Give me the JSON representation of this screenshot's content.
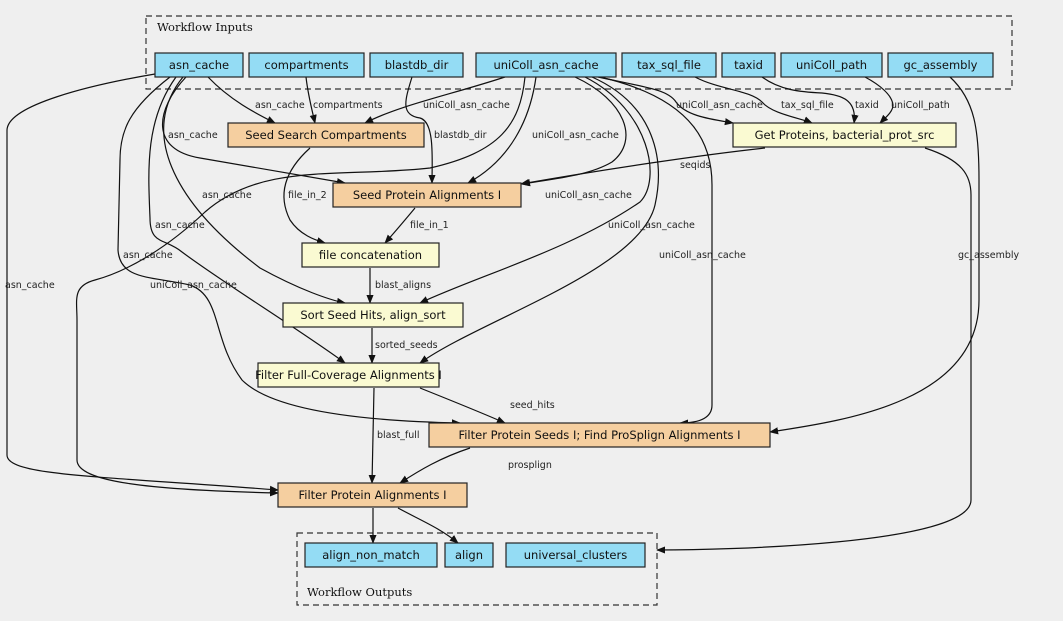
{
  "clusters": {
    "inputs_title": "Workflow Inputs",
    "outputs_title": "Workflow Outputs"
  },
  "colors": {
    "io_node": "#94dcf4",
    "process_node": "#f5cfa0",
    "tool_node": "#fafad2",
    "background": "#efefef"
  },
  "inputs": [
    "asn_cache",
    "compartments",
    "blastdb_dir",
    "uniColl_asn_cache",
    "tax_sql_file",
    "taxid",
    "uniColl_path",
    "gc_assembly"
  ],
  "steps": [
    {
      "label": "Seed Search Compartments",
      "kind": "process"
    },
    {
      "label": "Get Proteins, bacterial_prot_src",
      "kind": "tool"
    },
    {
      "label": "Seed Protein Alignments I",
      "kind": "process"
    },
    {
      "label": "file concatenation",
      "kind": "tool"
    },
    {
      "label": "Sort Seed Hits, align_sort",
      "kind": "tool"
    },
    {
      "label": "Filter Full-Coverage Alignments I",
      "kind": "tool"
    },
    {
      "label": "Filter Protein Seeds I; Find ProSplign Alignments I",
      "kind": "process"
    },
    {
      "label": "Filter Protein Alignments I",
      "kind": "process"
    }
  ],
  "outputs": [
    "align_non_match",
    "align",
    "universal_clusters"
  ],
  "edges": [
    {
      "from": "asn_cache",
      "to": "Seed Search Compartments",
      "label": "asn_cache"
    },
    {
      "from": "compartments",
      "to": "Seed Search Compartments",
      "label": "compartments"
    },
    {
      "from": "uniColl_asn_cache",
      "to": "Seed Search Compartments",
      "label": "uniColl_asn_cache"
    },
    {
      "from": "asn_cache",
      "to": "Seed Protein Alignments I",
      "label": "asn_cache"
    },
    {
      "from": "blastdb_dir",
      "to": "Seed Protein Alignments I",
      "label": "blastdb_dir"
    },
    {
      "from": "uniColl_asn_cache",
      "to": "Seed Protein Alignments I",
      "label": "uniColl_asn_cache"
    },
    {
      "from": "uniColl_asn_cache",
      "to": "Seed Protein Alignments I",
      "label": ""
    },
    {
      "from": "uniColl_asn_cache",
      "to": "Sort Seed Hits, align_sort",
      "label": "uniColl_asn_cache"
    },
    {
      "from": "uniColl_asn_cache",
      "to": "Filter Full-Coverage Alignments I",
      "label": "uniColl_asn_cache"
    },
    {
      "from": "uniColl_asn_cache",
      "to": "Filter Protein Seeds I; Find ProSplign Alignments I",
      "label": "uniColl_asn_cache"
    },
    {
      "from": "uniColl_asn_cache",
      "to": "Get Proteins, bacterial_prot_src",
      "label": "uniColl_asn_cache"
    },
    {
      "from": "uniColl_asn_cache",
      "to": "Filter Protein Alignments I",
      "label": "uniColl_asn_cache"
    },
    {
      "from": "tax_sql_file",
      "to": "Get Proteins, bacterial_prot_src",
      "label": "tax_sql_file"
    },
    {
      "from": "taxid",
      "to": "Get Proteins, bacterial_prot_src",
      "label": "taxid"
    },
    {
      "from": "uniColl_path",
      "to": "Get Proteins, bacterial_prot_src",
      "label": "uniColl_path"
    },
    {
      "from": "gc_assembly",
      "to": "Filter Protein Seeds I; Find ProSplign Alignments I",
      "label": "gc_assembly"
    },
    {
      "from": "Get Proteins, bacterial_prot_src",
      "to": "Seed Protein Alignments I",
      "label": "seqids"
    },
    {
      "from": "Get Proteins, bacterial_prot_src",
      "to": "universal_clusters",
      "label": ""
    },
    {
      "from": "asn_cache",
      "to": "Sort Seed Hits, align_sort",
      "label": "asn_cache"
    },
    {
      "from": "asn_cache",
      "to": "Filter Full-Coverage Alignments I",
      "label": "asn_cache"
    },
    {
      "from": "asn_cache",
      "to": "Filter Protein Seeds I; Find ProSplign Alignments I",
      "label": "asn_cache"
    },
    {
      "from": "asn_cache",
      "to": "Filter Protein Alignments I",
      "label": "asn_cache"
    },
    {
      "from": "Seed Search Compartments",
      "to": "file concatenation",
      "label": "file_in_2"
    },
    {
      "from": "Seed Protein Alignments I",
      "to": "file concatenation",
      "label": "file_in_1"
    },
    {
      "from": "file concatenation",
      "to": "Sort Seed Hits, align_sort",
      "label": "blast_aligns"
    },
    {
      "from": "Sort Seed Hits, align_sort",
      "to": "Filter Full-Coverage Alignments I",
      "label": "sorted_seeds"
    },
    {
      "from": "Filter Full-Coverage Alignments I",
      "to": "Filter Protein Seeds I; Find ProSplign Alignments I",
      "label": "seed_hits"
    },
    {
      "from": "Filter Full-Coverage Alignments I",
      "to": "Filter Protein Alignments I",
      "label": "blast_full"
    },
    {
      "from": "Filter Protein Seeds I; Find ProSplign Alignments I",
      "to": "Filter Protein Alignments I",
      "label": "prosplign"
    },
    {
      "from": "Filter Protein Alignments I",
      "to": "align_non_match",
      "label": ""
    },
    {
      "from": "Filter Protein Alignments I",
      "to": "align",
      "label": ""
    }
  ]
}
